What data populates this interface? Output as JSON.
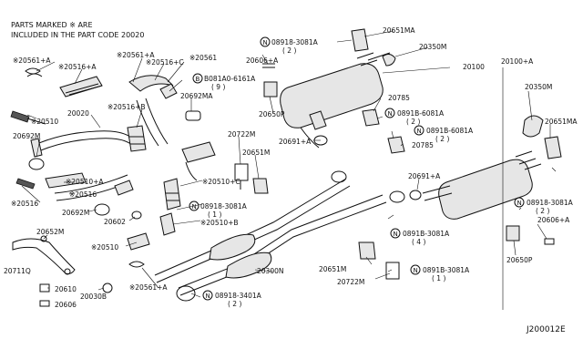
{
  "note": {
    "line1": "PARTS MARKED ※ ARE",
    "line2": "INCLUDED IN THE PART CODE 20020"
  },
  "diagram_code": "J200012E",
  "callouts": {
    "c20561A": "※20561+A",
    "c20516A": "※20516+A",
    "c20561": "※20561",
    "c20516C": "※20516+C",
    "c081A0": "B081A0-6161A",
    "c081A0q": "( 9 )",
    "c20510_top": "※20510",
    "c20020": "20020",
    "c20516B": "※20516+B",
    "c20692MA": "20692MA",
    "c20692M_left": "20692M",
    "c20510A": "※20510+A",
    "c20516_mid": "※20516",
    "c20516_left": "※20516",
    "c20692M_low": "20692M",
    "c20602": "20602",
    "c20510C": "※20510+C",
    "c08918_3081A_mid": "08918-3081A",
    "c08918_3081A_mid_q": "( 1 )",
    "c20510B": "※20510+B",
    "c20510_low": "※20510",
    "c20652M": "20652M",
    "c20711Q": "20711Q",
    "c20610": "20610",
    "c20030B": "20030B",
    "c20606_left": "20606",
    "c20561A_low": "※20561+A",
    "c08918_3401A": "08918-3401A",
    "c08918_3401A_q": "( 2 )",
    "c20722M_top": "20722M",
    "c20651M_top": "20651M",
    "c20300N": "20300N",
    "c20651M_low": "20651M",
    "c20722M_low": "20722M",
    "c08918_3081A_top": "08918-3081A",
    "c08918_3081A_top_q": "( 2 )",
    "c20651MA_top": "20651MA",
    "c20350M_top": "20350M",
    "c20100": "20100",
    "c20606A_top": "20606+A",
    "c20650P_top": "20650P",
    "c20785_a": "20785",
    "c0891B_6081A_a": "0891B-6081A",
    "c0891B_6081A_a_q": "( 2 )",
    "c0891B_6081A_b": "0891B-6081A",
    "c0891B_6081A_b_q": "( 2 )",
    "c20691A_mid": "20691+A",
    "c20785_b": "20785",
    "c20691A_right": "20691+A",
    "c0891B_3081A_a": "0891B-3081A",
    "c0891B_3081A_a_q": "( 4 )",
    "c0891B_3081A_b": "0891B-3081A",
    "c0891B_3081A_b_q": "( 1 )",
    "c20100A": "20100+A",
    "c20350M_right": "20350M",
    "c20651MA_right": "20651MA",
    "c08918_3081A_right": "08918-3081A",
    "c08918_3081A_right_q": "( 2 )",
    "c20606A_right": "20606+A",
    "c20650P_right": "20650P"
  },
  "circle_marks": {
    "N": "N",
    "B": "B"
  }
}
